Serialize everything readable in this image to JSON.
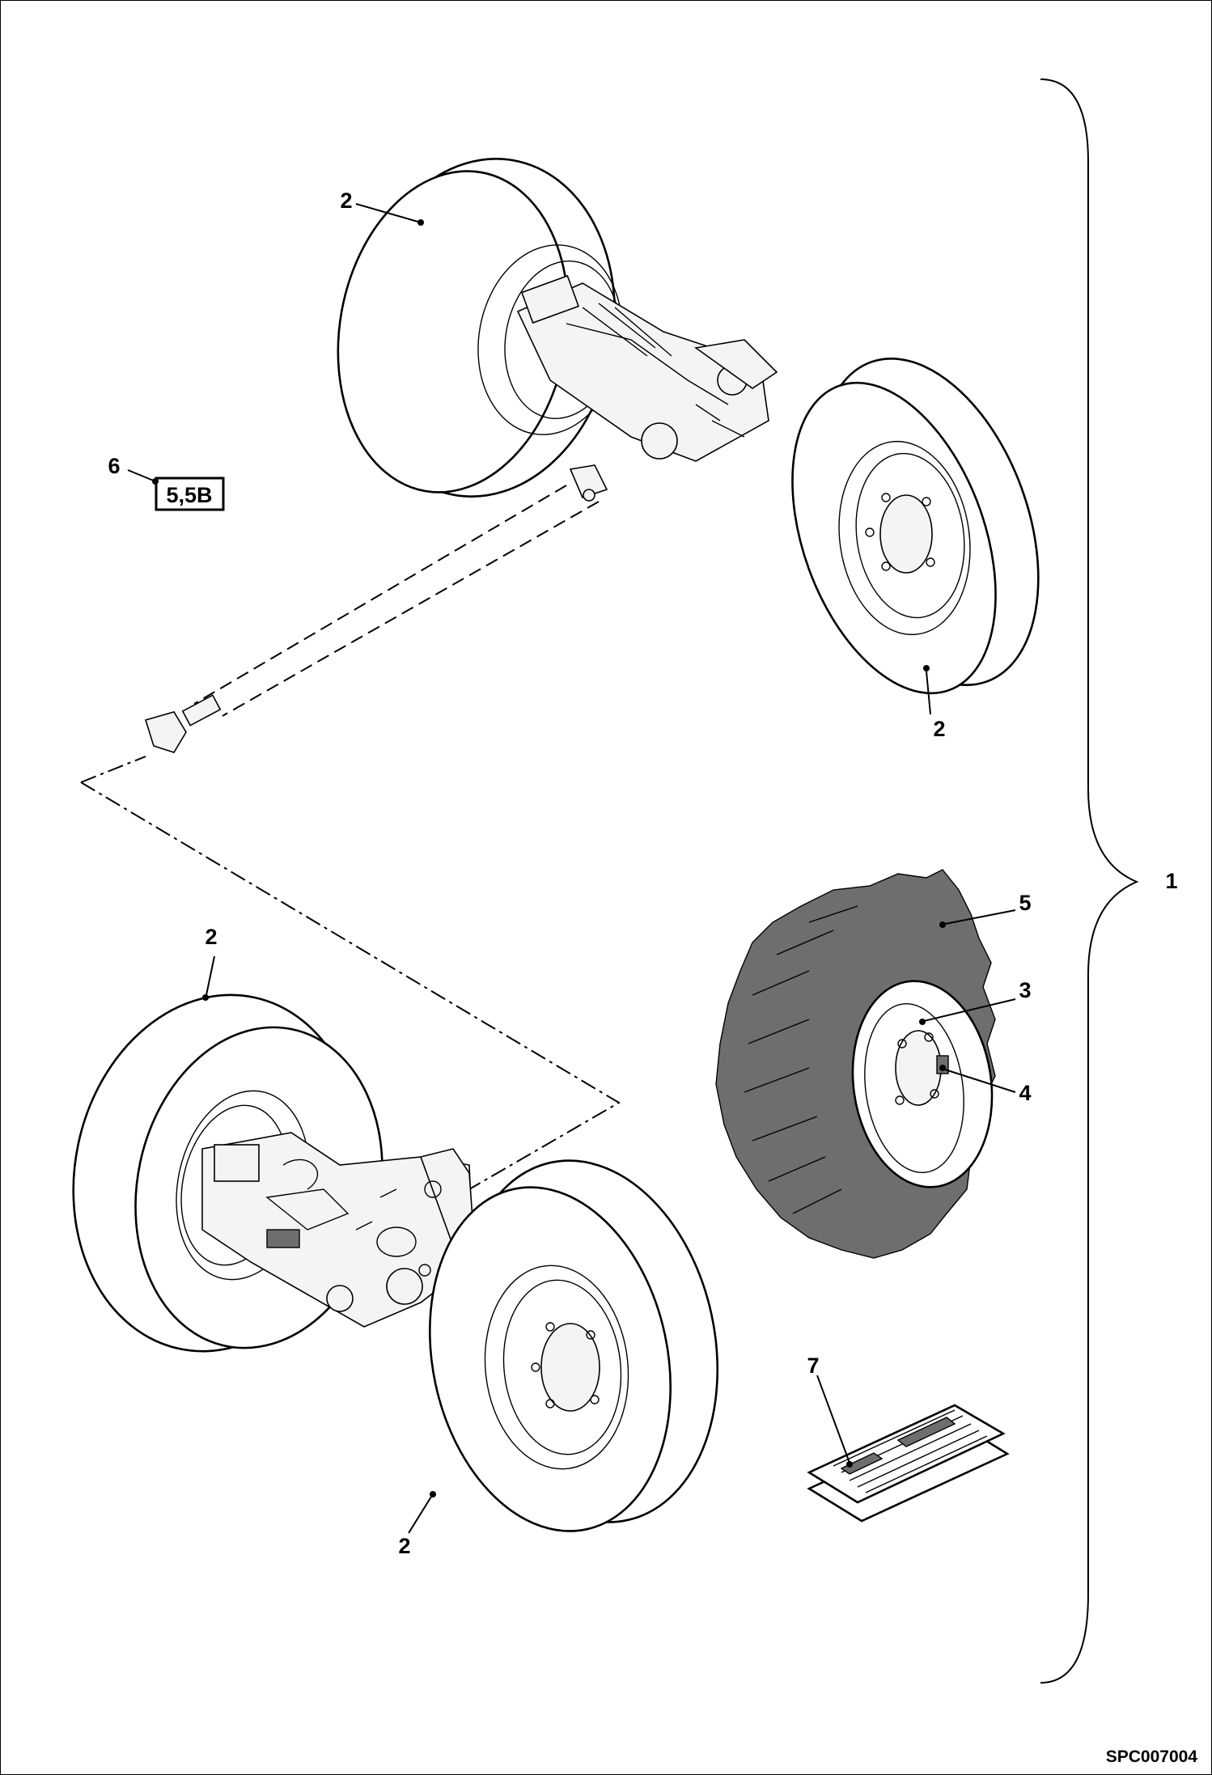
{
  "reference_box": {
    "label": "5,5B"
  },
  "drawing_code": "SPC007004",
  "callouts": [
    {
      "id": "c1",
      "label": "1"
    },
    {
      "id": "c2a",
      "label": "2"
    },
    {
      "id": "c2b",
      "label": "2"
    },
    {
      "id": "c2c",
      "label": "2"
    },
    {
      "id": "c2d",
      "label": "2"
    },
    {
      "id": "c3",
      "label": "3"
    },
    {
      "id": "c4",
      "label": "4"
    },
    {
      "id": "c5",
      "label": "5"
    },
    {
      "id": "c6",
      "label": "6"
    },
    {
      "id": "c7",
      "label": "7"
    }
  ]
}
